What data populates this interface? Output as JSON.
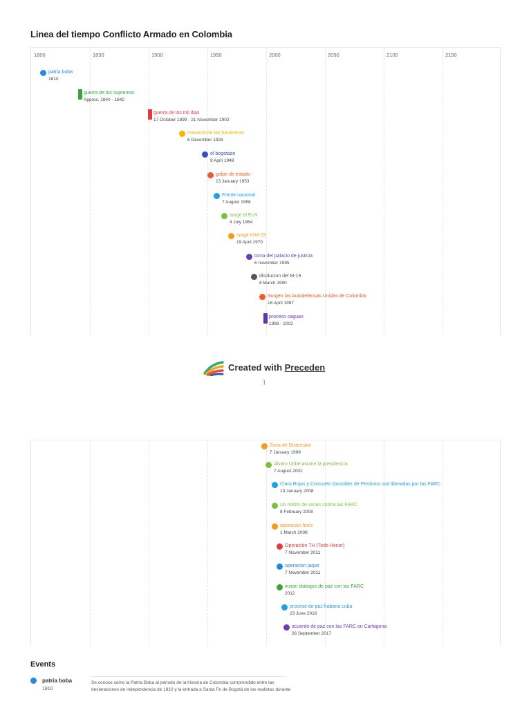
{
  "title": "Linea del tiempo Conflicto Armado en Colombia",
  "years": [
    "1800",
    "1850",
    "1900",
    "1950",
    "2000",
    "2050",
    "2100",
    "2150"
  ],
  "timeline1": [
    {
      "title": "patria boba",
      "date": "1810",
      "color": "#2e86de",
      "shape": "dot"
    },
    {
      "title": "guerra de los supremos",
      "date": "Approx. 1840 - 1842",
      "color": "#3aa43c",
      "shape": "bar"
    },
    {
      "title": "guerra de los mil dias",
      "date": "17 October 1899 - 21 November 1902",
      "color": "#e23b3b",
      "shape": "bar"
    },
    {
      "title": "masacre de las bananeras",
      "date": "6 December 1928",
      "color": "#f5b400",
      "shape": "dot"
    },
    {
      "title": "el bogotazo",
      "date": "9 April 1948",
      "color": "#3a4fbf",
      "shape": "dot"
    },
    {
      "title": "golpe de estado",
      "date": "13 January 1953",
      "color": "#ef5a28",
      "shape": "dot"
    },
    {
      "title": "Frente nacional",
      "date": "7 August 1958",
      "color": "#1ea0e6",
      "shape": "dot"
    },
    {
      "title": "surge el ELN",
      "date": "4 July 1964",
      "color": "#7cbf3f",
      "shape": "dot"
    },
    {
      "title": "surge el M-19",
      "date": "19 April 1970",
      "color": "#f79b17",
      "shape": "dot"
    },
    {
      "title": "toma del palacio de justicia",
      "date": "6 november 1985",
      "color": "#6a3fb5",
      "shape": "dot"
    },
    {
      "title": "disolucion del M-19",
      "date": "8 March 1990",
      "color": "#555555",
      "shape": "dot"
    },
    {
      "title": "Surgen las Autodefensas Unidas de Colombia",
      "date": "18 April 1997",
      "color": "#ef5a28",
      "shape": "dot"
    },
    {
      "title": "proceso caguan",
      "date": "1998 - 2002",
      "color": "#5e35b1",
      "shape": "bar"
    }
  ],
  "timeline2": [
    {
      "title": "Zona de Distension",
      "date": "7 January 1999",
      "color": "#f79b17",
      "shape": "dot"
    },
    {
      "title": "Alvaro Uribe asume la presidencia.",
      "date": "7 August 2002",
      "color": "#7cbf3f",
      "shape": "dot"
    },
    {
      "title": "Clara Rojas y Consuelo González de Perdomo son liberadas por las FARC",
      "date": "10 January 2008",
      "color": "#1ea0e6",
      "shape": "dot"
    },
    {
      "title": "Un millón de voces contra las FARC",
      "date": "8 February 2008",
      "color": "#7cbf3f",
      "shape": "dot"
    },
    {
      "title": "operacion fenix",
      "date": "1 March 2008",
      "color": "#f79b17",
      "shape": "dot"
    },
    {
      "title": "Operación TH (Todo Honor)",
      "date": "7 November 2011",
      "color": "#e23b3b",
      "shape": "dot"
    },
    {
      "title": "operacion jaque",
      "date": "7 November 2011",
      "color": "#1e88e5",
      "shape": "dot"
    },
    {
      "title": "incian dialogos de paz con las FARC",
      "date": "2012",
      "color": "#3aa43c",
      "shape": "dot"
    },
    {
      "title": "proceso de paz habana cuba",
      "date": "23 June 2016",
      "color": "#1ea0e6",
      "shape": "dot"
    },
    {
      "title": "acuerdo de paz con las FARC en Cartagena",
      "date": "26 September 2017",
      "color": "#6a3fb5",
      "shape": "dot"
    }
  ],
  "brand": {
    "prefix": "Created with",
    "name": "Preceden"
  },
  "page_number": "1",
  "events": {
    "heading": "Events",
    "first": {
      "title": "patria boba",
      "date": "1810",
      "color": "#2e86de",
      "description": "Se conoce como la Patria Boba al periodo de la historia de Colombia comprendido entre las declaraciones de independencia de 1810 y la entrada a Santa Fe de Bogotá de los realistas durante"
    }
  }
}
